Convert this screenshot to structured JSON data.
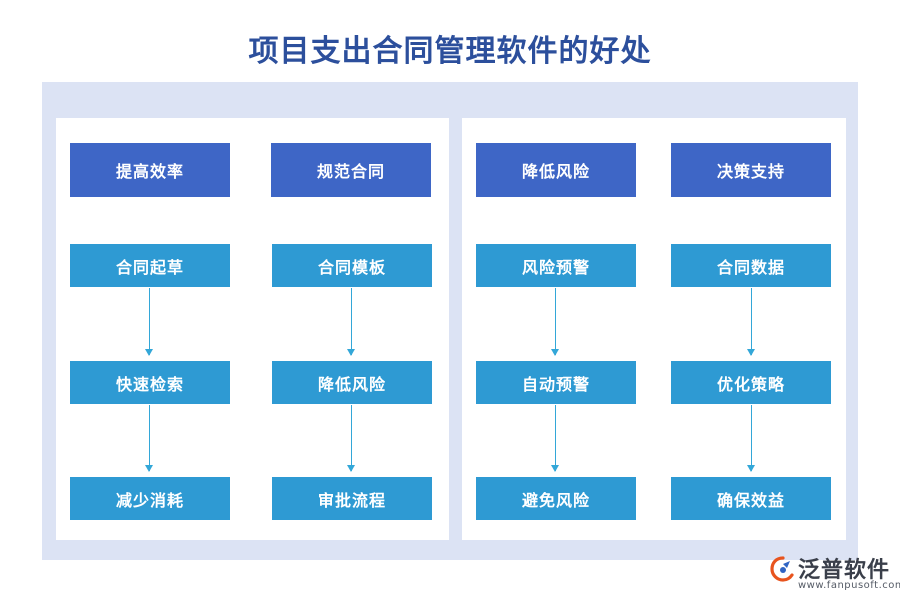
{
  "title": "项目支出合同管理软件的好处",
  "columns": [
    {
      "header": "提高效率",
      "steps": [
        "合同起草",
        "快速检索",
        "减少消耗"
      ]
    },
    {
      "header": "规范合同",
      "steps": [
        "合同模板",
        "降低风险",
        "审批流程"
      ]
    },
    {
      "header": "降低风险",
      "steps": [
        "风险预警",
        "自动预警",
        "避免风险"
      ]
    },
    {
      "header": "决策支持",
      "steps": [
        "合同数据",
        "优化策略",
        "确保效益"
      ]
    }
  ],
  "colors": {
    "title": "#2c4f9c",
    "header_box": "#3e66c6",
    "step_box": "#2e9ad3",
    "arrow": "#33a7d8",
    "outer_bg": "#dce3f4"
  },
  "logo": {
    "name": "泛普软件",
    "url": "www.fanpusoft.com",
    "icon": "fanpu-logo-icon"
  }
}
